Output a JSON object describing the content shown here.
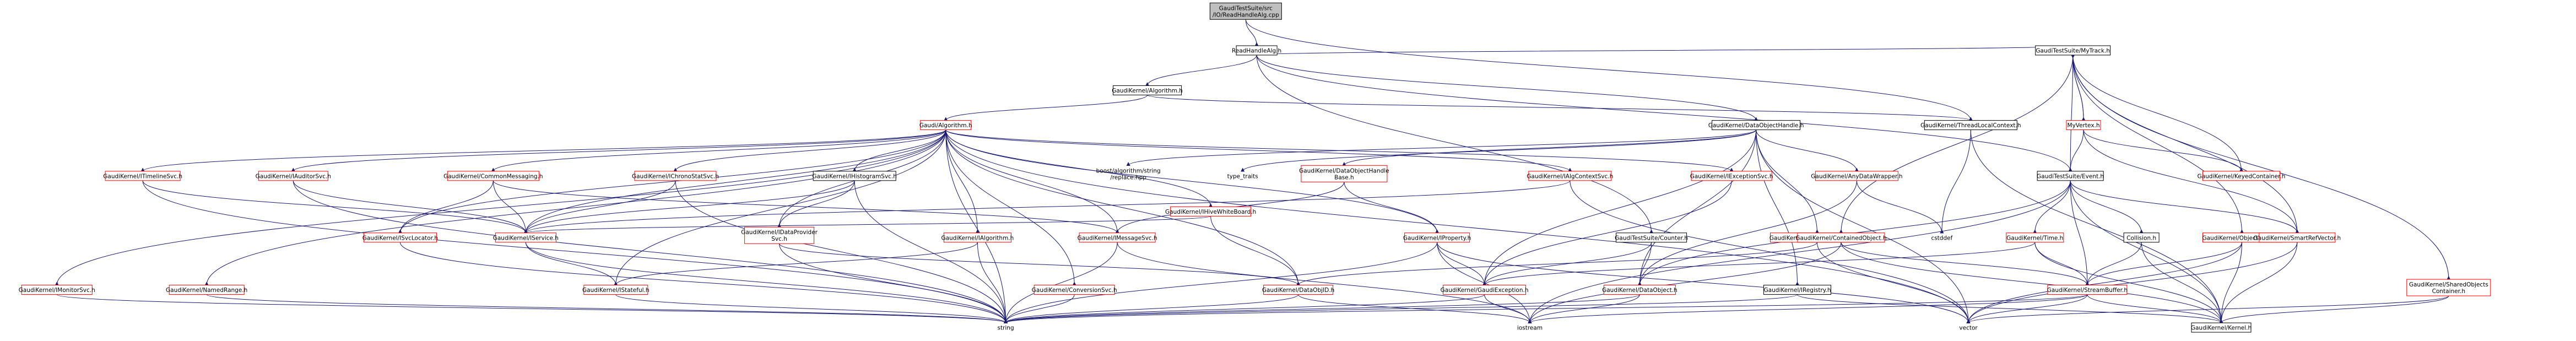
{
  "colors": {
    "edge": "#191970",
    "box_fill": "#ffffff",
    "box_stroke_normal": "#000000",
    "box_stroke_missing": "#ff0000",
    "root_fill": "#bfbfbf",
    "text": "#000000"
  },
  "nodes": [
    {
      "id": "root",
      "lines": [
        "GaudiTestSuite/src",
        "/IO/ReadHandleAlg.cpp"
      ],
      "kind": "root"
    },
    {
      "id": "readhandlealg",
      "lines": [
        "ReadHandleAlg.h"
      ],
      "kind": "normal"
    },
    {
      "id": "kernel_algorithm",
      "lines": [
        "GaudiKernel/Algorithm.h"
      ],
      "kind": "normal"
    },
    {
      "id": "gaudialg_algorithm",
      "lines": [
        "Gaudi/Algorithm.h"
      ],
      "kind": "missing"
    },
    {
      "id": "dataobjecthandle",
      "lines": [
        "GaudiKernel/DataObjectHandle.h"
      ],
      "kind": "normal"
    },
    {
      "id": "threadlocalcontext",
      "lines": [
        "GaudiKernel/ThreadLocalContext.h"
      ],
      "kind": "normal"
    },
    {
      "id": "mytrack",
      "lines": [
        "GaudiTestSuite/MyTrack.h"
      ],
      "kind": "normal"
    },
    {
      "id": "itimelinesvc",
      "lines": [
        "GaudiKernel/ITimelineSvc.h"
      ],
      "kind": "missing"
    },
    {
      "id": "iauditorsvc",
      "lines": [
        "GaudiKernel/IAuditorSvc.h"
      ],
      "kind": "missing"
    },
    {
      "id": "commonmessaging",
      "lines": [
        "GaudiKernel/CommonMessaging.h"
      ],
      "kind": "missing"
    },
    {
      "id": "ichronostatsvc",
      "lines": [
        "GaudiKernel/IChronoStatSvc.h"
      ],
      "kind": "missing"
    },
    {
      "id": "ihistogramsvc",
      "lines": [
        "GaudiKernel/IHistogramSvc.h"
      ],
      "kind": "normal"
    },
    {
      "id": "ihivewhiteboard",
      "lines": [
        "GaudiKernel/IHiveWhiteBoard.h"
      ],
      "kind": "missing"
    },
    {
      "id": "ialgcontextsvc",
      "lines": [
        "GaudiKernel/IAlgContextSvc.h"
      ],
      "kind": "missing"
    },
    {
      "id": "iexceptionsvc",
      "lines": [
        "GaudiKernel/IExceptionSvc.h"
      ],
      "kind": "missing"
    },
    {
      "id": "boost_replace",
      "lines": [
        "boost/algorithm/string",
        "/replace.hpp"
      ],
      "kind": "plain"
    },
    {
      "id": "type_traits",
      "lines": [
        "type_traits"
      ],
      "kind": "plain"
    },
    {
      "id": "dataobjecthandlebase",
      "lines": [
        "GaudiKernel/DataObjectHandle",
        "Base.h"
      ],
      "kind": "missing"
    },
    {
      "id": "anydatawrapper",
      "lines": [
        "GaudiKernel/AnyDataWrapper.h"
      ],
      "kind": "missing"
    },
    {
      "id": "mytrack_myvertex",
      "lines": [
        "MyVertex.h"
      ],
      "kind": "missing"
    },
    {
      "id": "testsuiteevent",
      "lines": [
        "GaudiTestSuite/Event.h"
      ],
      "kind": "normal"
    },
    {
      "id": "keyedcontainer",
      "lines": [
        "GaudiKernel/KeyedContainer.h"
      ],
      "kind": "missing"
    },
    {
      "id": "isvclocator",
      "lines": [
        "GaudiKernel/ISvcLocator.h"
      ],
      "kind": "missing"
    },
    {
      "id": "iservice",
      "lines": [
        "GaudiKernel/IService.h"
      ],
      "kind": "missing"
    },
    {
      "id": "idataprovidersvc",
      "lines": [
        "GaudiKernel/IDataProvider",
        "Svc.h"
      ],
      "kind": "missing"
    },
    {
      "id": "ialgorithm",
      "lines": [
        "GaudiKernel/IAlgorithm.h"
      ],
      "kind": "missing"
    },
    {
      "id": "imessagesvc",
      "lines": [
        "GaudiKernel/IMessageSvc.h"
      ],
      "kind": "missing"
    },
    {
      "id": "iproperty",
      "lines": [
        "GaudiKernel/IProperty.h"
      ],
      "kind": "missing"
    },
    {
      "id": "datahandleholder",
      "lines": [
        "GaudiKernel/DataHandleHolder.h"
      ],
      "kind": "missing"
    },
    {
      "id": "testsuitecounter",
      "lines": [
        "GaudiTestSuite/Counter.h"
      ],
      "kind": "normal"
    },
    {
      "id": "cstddef",
      "lines": [
        "cstddef"
      ],
      "kind": "plain"
    },
    {
      "id": "containedobject",
      "lines": [
        "GaudiKernel/ContainedObject.h"
      ],
      "kind": "missing"
    },
    {
      "id": "gktime",
      "lines": [
        "GaudiKernel/Time.h"
      ],
      "kind": "missing"
    },
    {
      "id": "collision",
      "lines": [
        "Collision.h"
      ],
      "kind": "normal"
    },
    {
      "id": "objectvector",
      "lines": [
        "GaudiKernel/ObjectVector.h"
      ],
      "kind": "missing"
    },
    {
      "id": "smartrefvector",
      "lines": [
        "GaudiKernel/SmartRefVector.h"
      ],
      "kind": "missing"
    },
    {
      "id": "imonitorsvc",
      "lines": [
        "GaudiKernel/IMonitorSvc.h"
      ],
      "kind": "missing"
    },
    {
      "id": "namedrange",
      "lines": [
        "GaudiKernel/NamedRange.h"
      ],
      "kind": "missing"
    },
    {
      "id": "istateful",
      "lines": [
        "GaudiKernel/IStateful.h"
      ],
      "kind": "missing"
    },
    {
      "id": "conversionsvc",
      "lines": [
        "GaudiKernel/ConversionSvc.h"
      ],
      "kind": "missing"
    },
    {
      "id": "dataobjid",
      "lines": [
        "GaudiKernel/DataObjID.h"
      ],
      "kind": "missing"
    },
    {
      "id": "gaudiexception",
      "lines": [
        "GaudiKernel/GaudiException.h"
      ],
      "kind": "missing"
    },
    {
      "id": "dataobject",
      "lines": [
        "GaudiKernel/DataObject.h"
      ],
      "kind": "missing"
    },
    {
      "id": "iregistry",
      "lines": [
        "GaudiKernel/IRegistry.h"
      ],
      "kind": "normal"
    },
    {
      "id": "streambuffer",
      "lines": [
        "GaudiKernel/StreamBuffer.h"
      ],
      "kind": "missing"
    },
    {
      "id": "sharedobjectscontainer",
      "lines": [
        "GaudiKernel/SharedObjects",
        "Container.h"
      ],
      "kind": "missing"
    },
    {
      "id": "string",
      "lines": [
        "string"
      ],
      "kind": "plain"
    },
    {
      "id": "iostream",
      "lines": [
        "iostream"
      ],
      "kind": "plain"
    },
    {
      "id": "vector",
      "lines": [
        "vector"
      ],
      "kind": "plain"
    },
    {
      "id": "kernel",
      "lines": [
        "GaudiKernel/Kernel.h"
      ],
      "kind": "normal"
    }
  ],
  "edges": [
    [
      "root",
      "readhandlealg"
    ],
    [
      "root",
      "threadlocalcontext"
    ],
    [
      "readhandlealg",
      "kernel_algorithm"
    ],
    [
      "readhandlealg",
      "dataobjecthandle"
    ],
    [
      "readhandlealg",
      "mytrack"
    ],
    [
      "readhandlealg",
      "testsuiteevent"
    ],
    [
      "readhandlealg",
      "testsuitecounter"
    ],
    [
      "kernel_algorithm",
      "gaudialg_algorithm"
    ],
    [
      "kernel_algorithm",
      "threadlocalcontext"
    ],
    [
      "gaudialg_algorithm",
      "itimelinesvc"
    ],
    [
      "gaudialg_algorithm",
      "iauditorsvc"
    ],
    [
      "gaudialg_algorithm",
      "commonmessaging"
    ],
    [
      "gaudialg_algorithm",
      "ichronostatsvc"
    ],
    [
      "gaudialg_algorithm",
      "ihistogramsvc"
    ],
    [
      "gaudialg_algorithm",
      "ihivewhiteboard"
    ],
    [
      "gaudialg_algorithm",
      "ialgcontextsvc"
    ],
    [
      "gaudialg_algorithm",
      "iexceptionsvc"
    ],
    [
      "gaudialg_algorithm",
      "imonitorsvc"
    ],
    [
      "gaudialg_algorithm",
      "namedrange"
    ],
    [
      "gaudialg_algorithm",
      "isvclocator"
    ],
    [
      "gaudialg_algorithm",
      "iservice"
    ],
    [
      "gaudialg_algorithm",
      "idataprovidersvc"
    ],
    [
      "gaudialg_algorithm",
      "ialgorithm"
    ],
    [
      "gaudialg_algorithm",
      "imessagesvc"
    ],
    [
      "gaudialg_algorithm",
      "iproperty"
    ],
    [
      "gaudialg_algorithm",
      "istateful"
    ],
    [
      "gaudialg_algorithm",
      "conversionsvc"
    ],
    [
      "gaudialg_algorithm",
      "dataobjid"
    ],
    [
      "gaudialg_algorithm",
      "string"
    ],
    [
      "gaudialg_algorithm",
      "vector"
    ],
    [
      "dataobjecthandle",
      "dataobjecthandlebase"
    ],
    [
      "dataobjecthandle",
      "anydatawrapper"
    ],
    [
      "dataobjecthandle",
      "boost_replace"
    ],
    [
      "dataobjecthandle",
      "type_traits"
    ],
    [
      "dataobjecthandle",
      "datahandleholder"
    ],
    [
      "dataobjecthandle",
      "iregistry"
    ],
    [
      "dataobjecthandle",
      "gaudiexception"
    ],
    [
      "dataobjecthandle",
      "dataobject"
    ],
    [
      "dataobjecthandle",
      "vector"
    ],
    [
      "threadlocalcontext",
      "cstddef"
    ],
    [
      "threadlocalcontext",
      "kernel"
    ],
    [
      "mytrack",
      "mytrack_myvertex"
    ],
    [
      "mytrack",
      "testsuiteevent"
    ],
    [
      "mytrack",
      "keyedcontainer"
    ],
    [
      "mytrack",
      "smartrefvector"
    ],
    [
      "mytrack",
      "containedobject"
    ],
    [
      "mytrack",
      "objectvector"
    ],
    [
      "mytrack",
      "sharedobjectscontainer"
    ],
    [
      "mytrack_myvertex",
      "mytrack"
    ],
    [
      "mytrack_myvertex",
      "testsuiteevent"
    ],
    [
      "mytrack_myvertex",
      "keyedcontainer"
    ],
    [
      "mytrack_myvertex",
      "smartrefvector"
    ],
    [
      "testsuiteevent",
      "gktime"
    ],
    [
      "testsuiteevent",
      "collision"
    ],
    [
      "testsuiteevent",
      "smartrefvector"
    ],
    [
      "testsuiteevent",
      "streambuffer"
    ],
    [
      "testsuiteevent",
      "dataobject"
    ],
    [
      "testsuiteevent",
      "kernel"
    ],
    [
      "testsuiteevent",
      "iostream"
    ],
    [
      "itimelinesvc",
      "iservice"
    ],
    [
      "itimelinesvc",
      "string"
    ],
    [
      "iauditorsvc",
      "iservice"
    ],
    [
      "iauditorsvc",
      "string"
    ],
    [
      "commonmessaging",
      "isvclocator"
    ],
    [
      "commonmessaging",
      "iservice"
    ],
    [
      "commonmessaging",
      "imessagesvc"
    ],
    [
      "ichronostatsvc",
      "iservice"
    ],
    [
      "ichronostatsvc",
      "string"
    ],
    [
      "ihistogramsvc",
      "iservice"
    ],
    [
      "ihistogramsvc",
      "idataprovidersvc"
    ],
    [
      "ihistogramsvc",
      "string"
    ],
    [
      "ihivewhiteboard",
      "dataobjid"
    ],
    [
      "ihivewhiteboard",
      "iservice"
    ],
    [
      "ialgcontextsvc",
      "iservice"
    ],
    [
      "ialgcontextsvc",
      "vector"
    ],
    [
      "iexceptionsvc",
      "gaudiexception"
    ],
    [
      "dataobjecthandlebase",
      "iproperty"
    ],
    [
      "dataobjecthandlebase",
      "imessagesvc"
    ],
    [
      "anydatawrapper",
      "dataobject"
    ],
    [
      "anydatawrapper",
      "cstddef"
    ],
    [
      "isvclocator",
      "string"
    ],
    [
      "iservice",
      "istateful"
    ],
    [
      "iservice",
      "string"
    ],
    [
      "idataprovidersvc",
      "dataobjid"
    ],
    [
      "idataprovidersvc",
      "string"
    ],
    [
      "ialgorithm",
      "istateful"
    ],
    [
      "ialgorithm",
      "string"
    ],
    [
      "imessagesvc",
      "string"
    ],
    [
      "imessagesvc",
      "iostream"
    ],
    [
      "iproperty",
      "string"
    ],
    [
      "iproperty",
      "vector"
    ],
    [
      "iproperty",
      "iostream"
    ],
    [
      "iproperty",
      "gaudiexception"
    ],
    [
      "datahandleholder",
      "dataobjid"
    ],
    [
      "datahandleholder",
      "vector"
    ],
    [
      "testsuitecounter",
      "dataobject"
    ],
    [
      "testsuitecounter",
      "gaudiexception"
    ],
    [
      "containedobject",
      "kernel"
    ],
    [
      "containedobject",
      "streambuffer"
    ],
    [
      "containedobject",
      "iostream"
    ],
    [
      "gktime",
      "streambuffer"
    ],
    [
      "gktime",
      "kernel"
    ],
    [
      "gktime",
      "gaudiexception"
    ],
    [
      "collision",
      "streambuffer"
    ],
    [
      "collision",
      "kernel"
    ],
    [
      "objectvector",
      "streambuffer"
    ],
    [
      "objectvector",
      "kernel"
    ],
    [
      "objectvector",
      "vector"
    ],
    [
      "smartrefvector",
      "vector"
    ],
    [
      "smartrefvector",
      "kernel"
    ],
    [
      "imonitorsvc",
      "string"
    ],
    [
      "namedrange",
      "string"
    ],
    [
      "istateful",
      "string"
    ],
    [
      "conversionsvc",
      "string"
    ],
    [
      "dataobjid",
      "string"
    ],
    [
      "dataobjid",
      "iostream"
    ],
    [
      "gaudiexception",
      "string"
    ],
    [
      "gaudiexception",
      "iostream"
    ],
    [
      "dataobject",
      "string"
    ],
    [
      "dataobject",
      "iostream"
    ],
    [
      "iregistry",
      "string"
    ],
    [
      "iregistry",
      "kernel"
    ],
    [
      "streambuffer",
      "string"
    ],
    [
      "streambuffer",
      "vector"
    ],
    [
      "streambuffer",
      "iostream"
    ],
    [
      "streambuffer",
      "kernel"
    ],
    [
      "sharedobjectscontainer",
      "vector"
    ],
    [
      "sharedobjectscontainer",
      "kernel"
    ]
  ]
}
